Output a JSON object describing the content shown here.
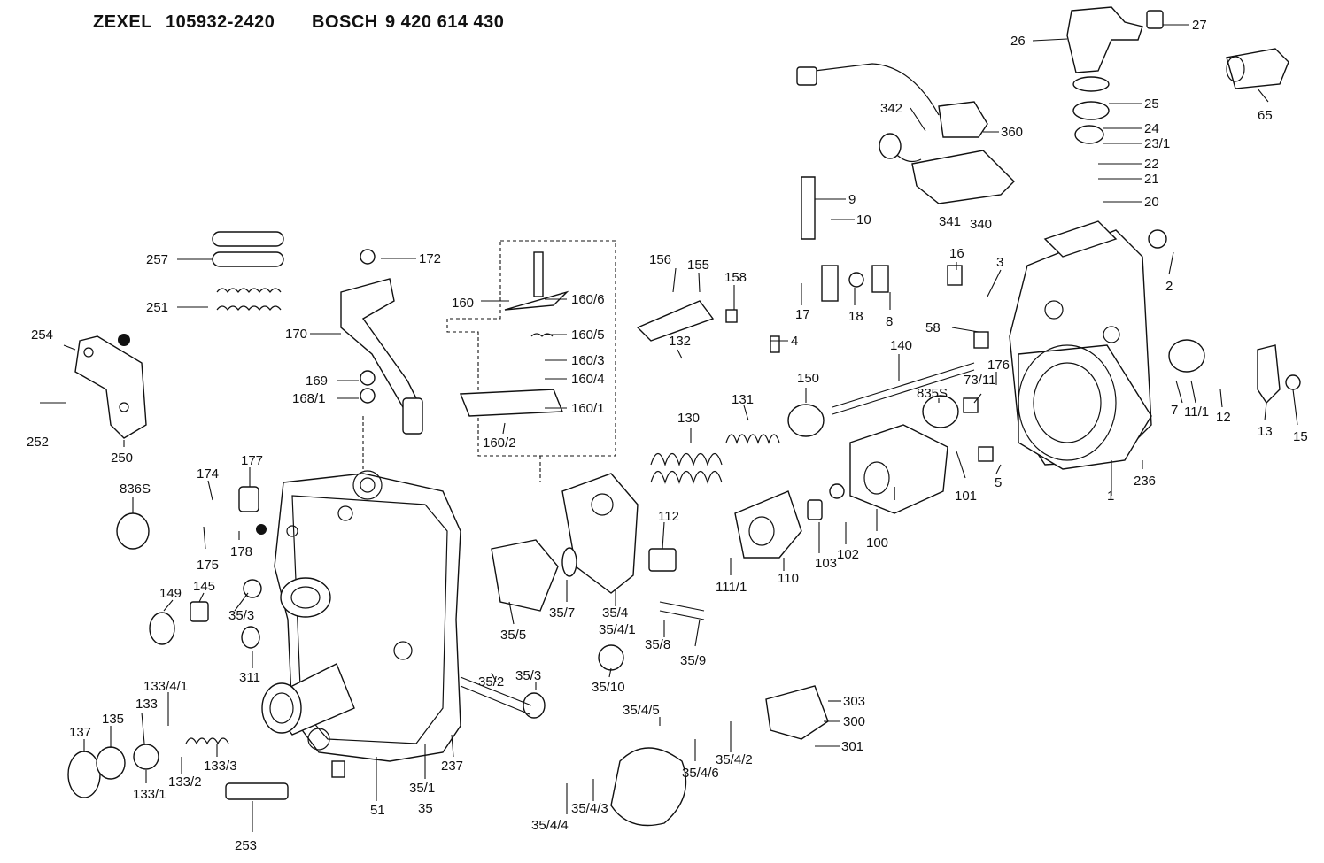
{
  "header": {
    "zexel_label": "ZEXEL",
    "zexel_number": "105932-2420",
    "bosch_label": "BOSCH",
    "bosch_number": "9 420 614 430"
  },
  "callouts": [
    "27",
    "26",
    "65",
    "25",
    "342",
    "360",
    "24",
    "23/1",
    "22",
    "21",
    "9",
    "341",
    "340",
    "20",
    "10",
    "257",
    "172",
    "156",
    "155",
    "158",
    "16",
    "3",
    "2",
    "251",
    "160",
    "160/6",
    "17",
    "18",
    "8",
    "160/5",
    "4",
    "58",
    "170",
    "132",
    "254",
    "160/3",
    "140",
    "176",
    "7",
    "11/1",
    "12",
    "13",
    "15",
    "169",
    "160/4",
    "150",
    "73/11",
    "835S",
    "168/1",
    "160/1",
    "252",
    "130",
    "131",
    "1",
    "250",
    "160/2",
    "101",
    "236",
    "177",
    "174",
    "5",
    "836S",
    "112",
    "100",
    "175",
    "178",
    "111/1",
    "110",
    "103",
    "102",
    "149",
    "145",
    "35/3",
    "35/7",
    "35/5",
    "35/4",
    "35/4/1",
    "35/8",
    "35/9",
    "311",
    "35/2",
    "35/3",
    "35/10",
    "133/4/1",
    "303",
    "133",
    "135",
    "137",
    "35/4/5",
    "300",
    "133/3",
    "35/4/2",
    "301",
    "133/2",
    "35/4/6",
    "237",
    "133/1",
    "35/1",
    "35",
    "51",
    "35/4/3",
    "35/4/4",
    "253"
  ]
}
